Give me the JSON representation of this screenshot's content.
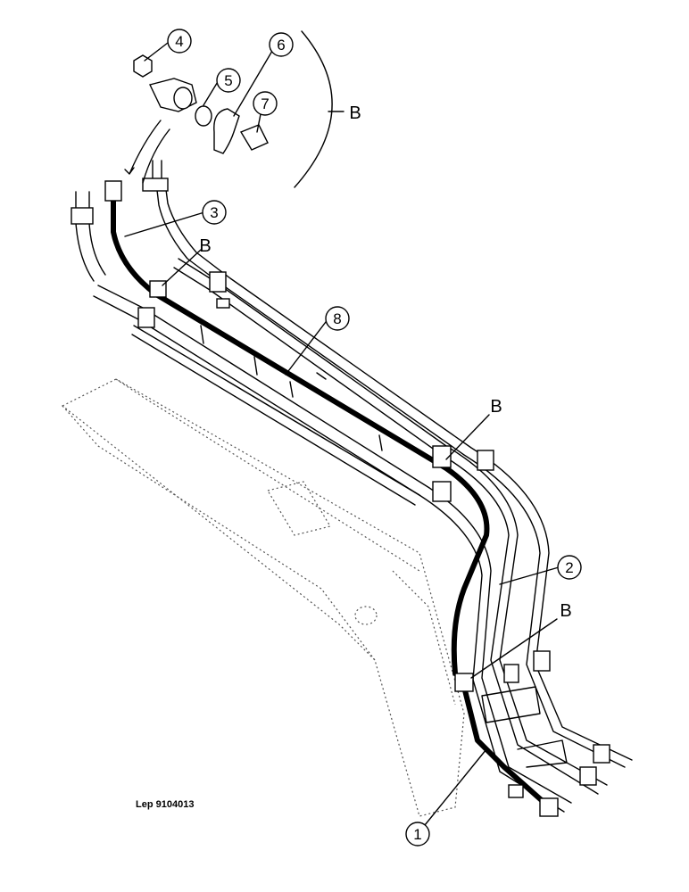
{
  "callouts": [
    {
      "label": "1"
    },
    {
      "label": "2"
    },
    {
      "label": "3"
    },
    {
      "label": "4"
    },
    {
      "label": "5"
    },
    {
      "label": "6"
    },
    {
      "label": "7"
    },
    {
      "label": "8"
    }
  ],
  "clamp_refs": [
    "B",
    "B",
    "B",
    "B"
  ],
  "drawing_code": "Lep 9104013"
}
